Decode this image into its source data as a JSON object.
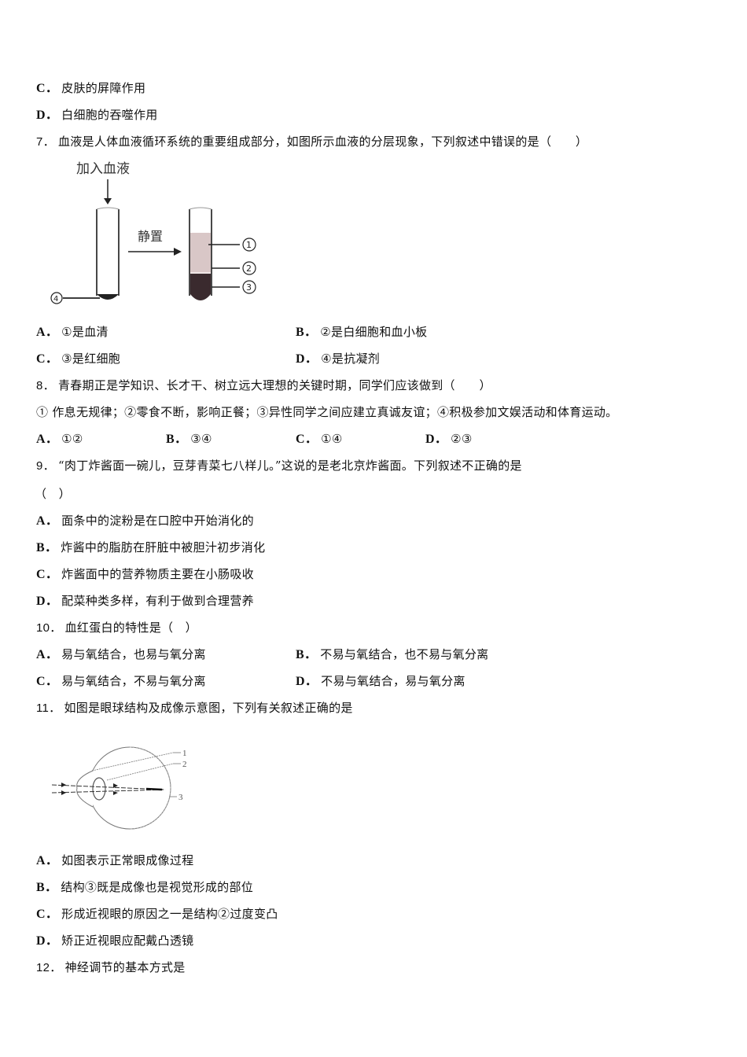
{
  "q6_tail": {
    "options": [
      {
        "label": "C．",
        "text": "皮肤的屏障作用"
      },
      {
        "label": "D．",
        "text": "白细胞的吞噬作用"
      }
    ]
  },
  "q7": {
    "number": "7．",
    "stem": "血液是人体血液循环系统的重要组成部分，如图所示血液的分层现象，下列叙述中错误的是（　　）",
    "figure": {
      "top_label": "加入血液",
      "arrow_label": "静置",
      "callouts": [
        "①",
        "②",
        "③",
        "④"
      ]
    },
    "options": [
      {
        "label": "A．",
        "text": "①是血清"
      },
      {
        "label": "B．",
        "text": "②是白细胞和血小板"
      },
      {
        "label": "C．",
        "text": "③是红细胞"
      },
      {
        "label": "D．",
        "text": "④是抗凝剂"
      }
    ]
  },
  "q8": {
    "number": "8．",
    "stem": "青春期正是学知识、长才干、树立远大理想的关键时期，同学们应该做到（　　）",
    "statements": "① 作息无规律；②零食不断，影响正餐；③异性同学之间应建立真诚友谊；④积极参加文娱活动和体育运动。",
    "options": [
      {
        "label": "A．",
        "text": "①②"
      },
      {
        "label": "B．",
        "text": "③④"
      },
      {
        "label": "C．",
        "text": "①④"
      },
      {
        "label": "D．",
        "text": "②③"
      }
    ]
  },
  "q9": {
    "number": "9．",
    "stem": "“肉丁炸酱面一碗儿，豆芽青菜七八样儿。”这说的是老北京炸酱面。下列叙述不正确的是",
    "blank": "（　）",
    "options": [
      {
        "label": "A．",
        "text": "面条中的淀粉是在口腔中开始消化的"
      },
      {
        "label": "B．",
        "text": "炸酱中的脂肪在肝脏中被胆汁初步消化"
      },
      {
        "label": "C．",
        "text": "炸酱面中的营养物质主要在小肠吸收"
      },
      {
        "label": "D．",
        "text": "配菜种类多样，有利于做到合理营养"
      }
    ]
  },
  "q10": {
    "number": "10．",
    "stem": "血红蛋白的特性是（　）",
    "options": [
      {
        "label": "A．",
        "text": "易与氧结合，也易与氧分离"
      },
      {
        "label": "B．",
        "text": "不易与氧结合，也不易与氧分离"
      },
      {
        "label": "C．",
        "text": "易与氧结合，不易与氧分离"
      },
      {
        "label": "D．",
        "text": "不易与氧结合，易与氧分离"
      }
    ]
  },
  "q11": {
    "number": "11．",
    "stem": "如图是眼球结构及成像示意图，下列有关叙述正确的是",
    "figure": {
      "callouts": [
        "1",
        "2",
        "3"
      ]
    },
    "options": [
      {
        "label": "A．",
        "text": "如图表示正常眼成像过程"
      },
      {
        "label": "B．",
        "text": "结构③既是成像也是视觉形成的部位"
      },
      {
        "label": "C．",
        "text": "形成近视眼的原因之一是结构②过度变凸"
      },
      {
        "label": "D．",
        "text": "矫正近视眼应配戴凸透镜"
      }
    ]
  },
  "q12": {
    "number": "12．",
    "stem": "神经调节的基本方式是"
  }
}
